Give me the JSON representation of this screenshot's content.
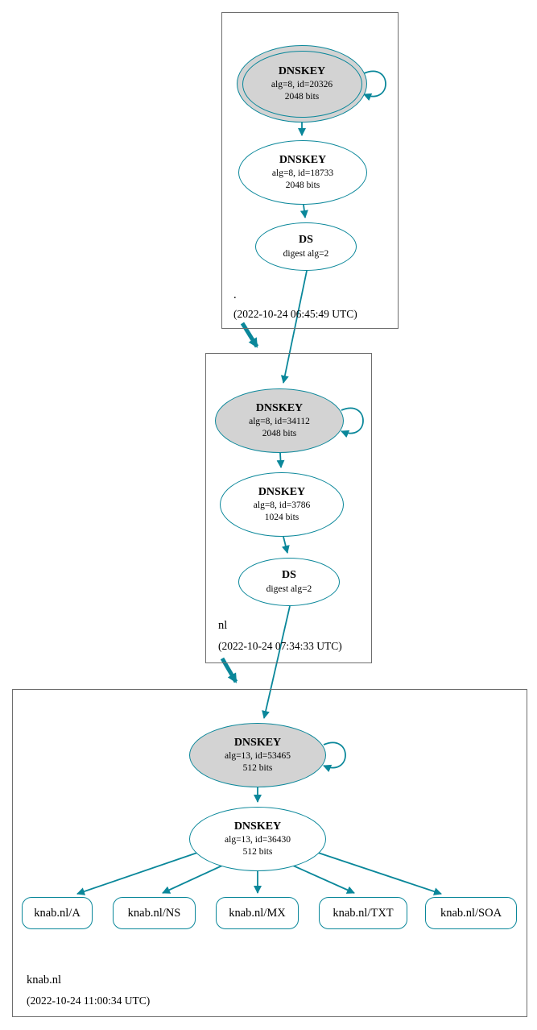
{
  "colors": {
    "secure": "#0a879a",
    "ksk_fill": "#d3d3d3",
    "zone_border": "#6e6e6e"
  },
  "zones": [
    {
      "name": ".",
      "timestamp": "(2022-10-24 06:45:49 UTC)",
      "ksk": {
        "title": "DNSKEY",
        "line2": "alg=8, id=20326",
        "line3": "2048 bits"
      },
      "zsk": {
        "title": "DNSKEY",
        "line2": "alg=8, id=18733",
        "line3": "2048 bits"
      },
      "ds": {
        "title": "DS",
        "line2": "digest alg=2"
      }
    },
    {
      "name": "nl",
      "timestamp": "(2022-10-24 07:34:33 UTC)",
      "ksk": {
        "title": "DNSKEY",
        "line2": "alg=8, id=34112",
        "line3": "2048 bits"
      },
      "zsk": {
        "title": "DNSKEY",
        "line2": "alg=8, id=3786",
        "line3": "1024 bits"
      },
      "ds": {
        "title": "DS",
        "line2": "digest alg=2"
      }
    },
    {
      "name": "knab.nl",
      "timestamp": "(2022-10-24 11:00:34 UTC)",
      "ksk": {
        "title": "DNSKEY",
        "line2": "alg=13, id=53465",
        "line3": "512 bits"
      },
      "zsk": {
        "title": "DNSKEY",
        "line2": "alg=13, id=36430",
        "line3": "512 bits"
      },
      "rrsets": [
        {
          "label": "knab.nl/A"
        },
        {
          "label": "knab.nl/NS"
        },
        {
          "label": "knab.nl/MX"
        },
        {
          "label": "knab.nl/TXT"
        },
        {
          "label": "knab.nl/SOA"
        }
      ]
    }
  ]
}
